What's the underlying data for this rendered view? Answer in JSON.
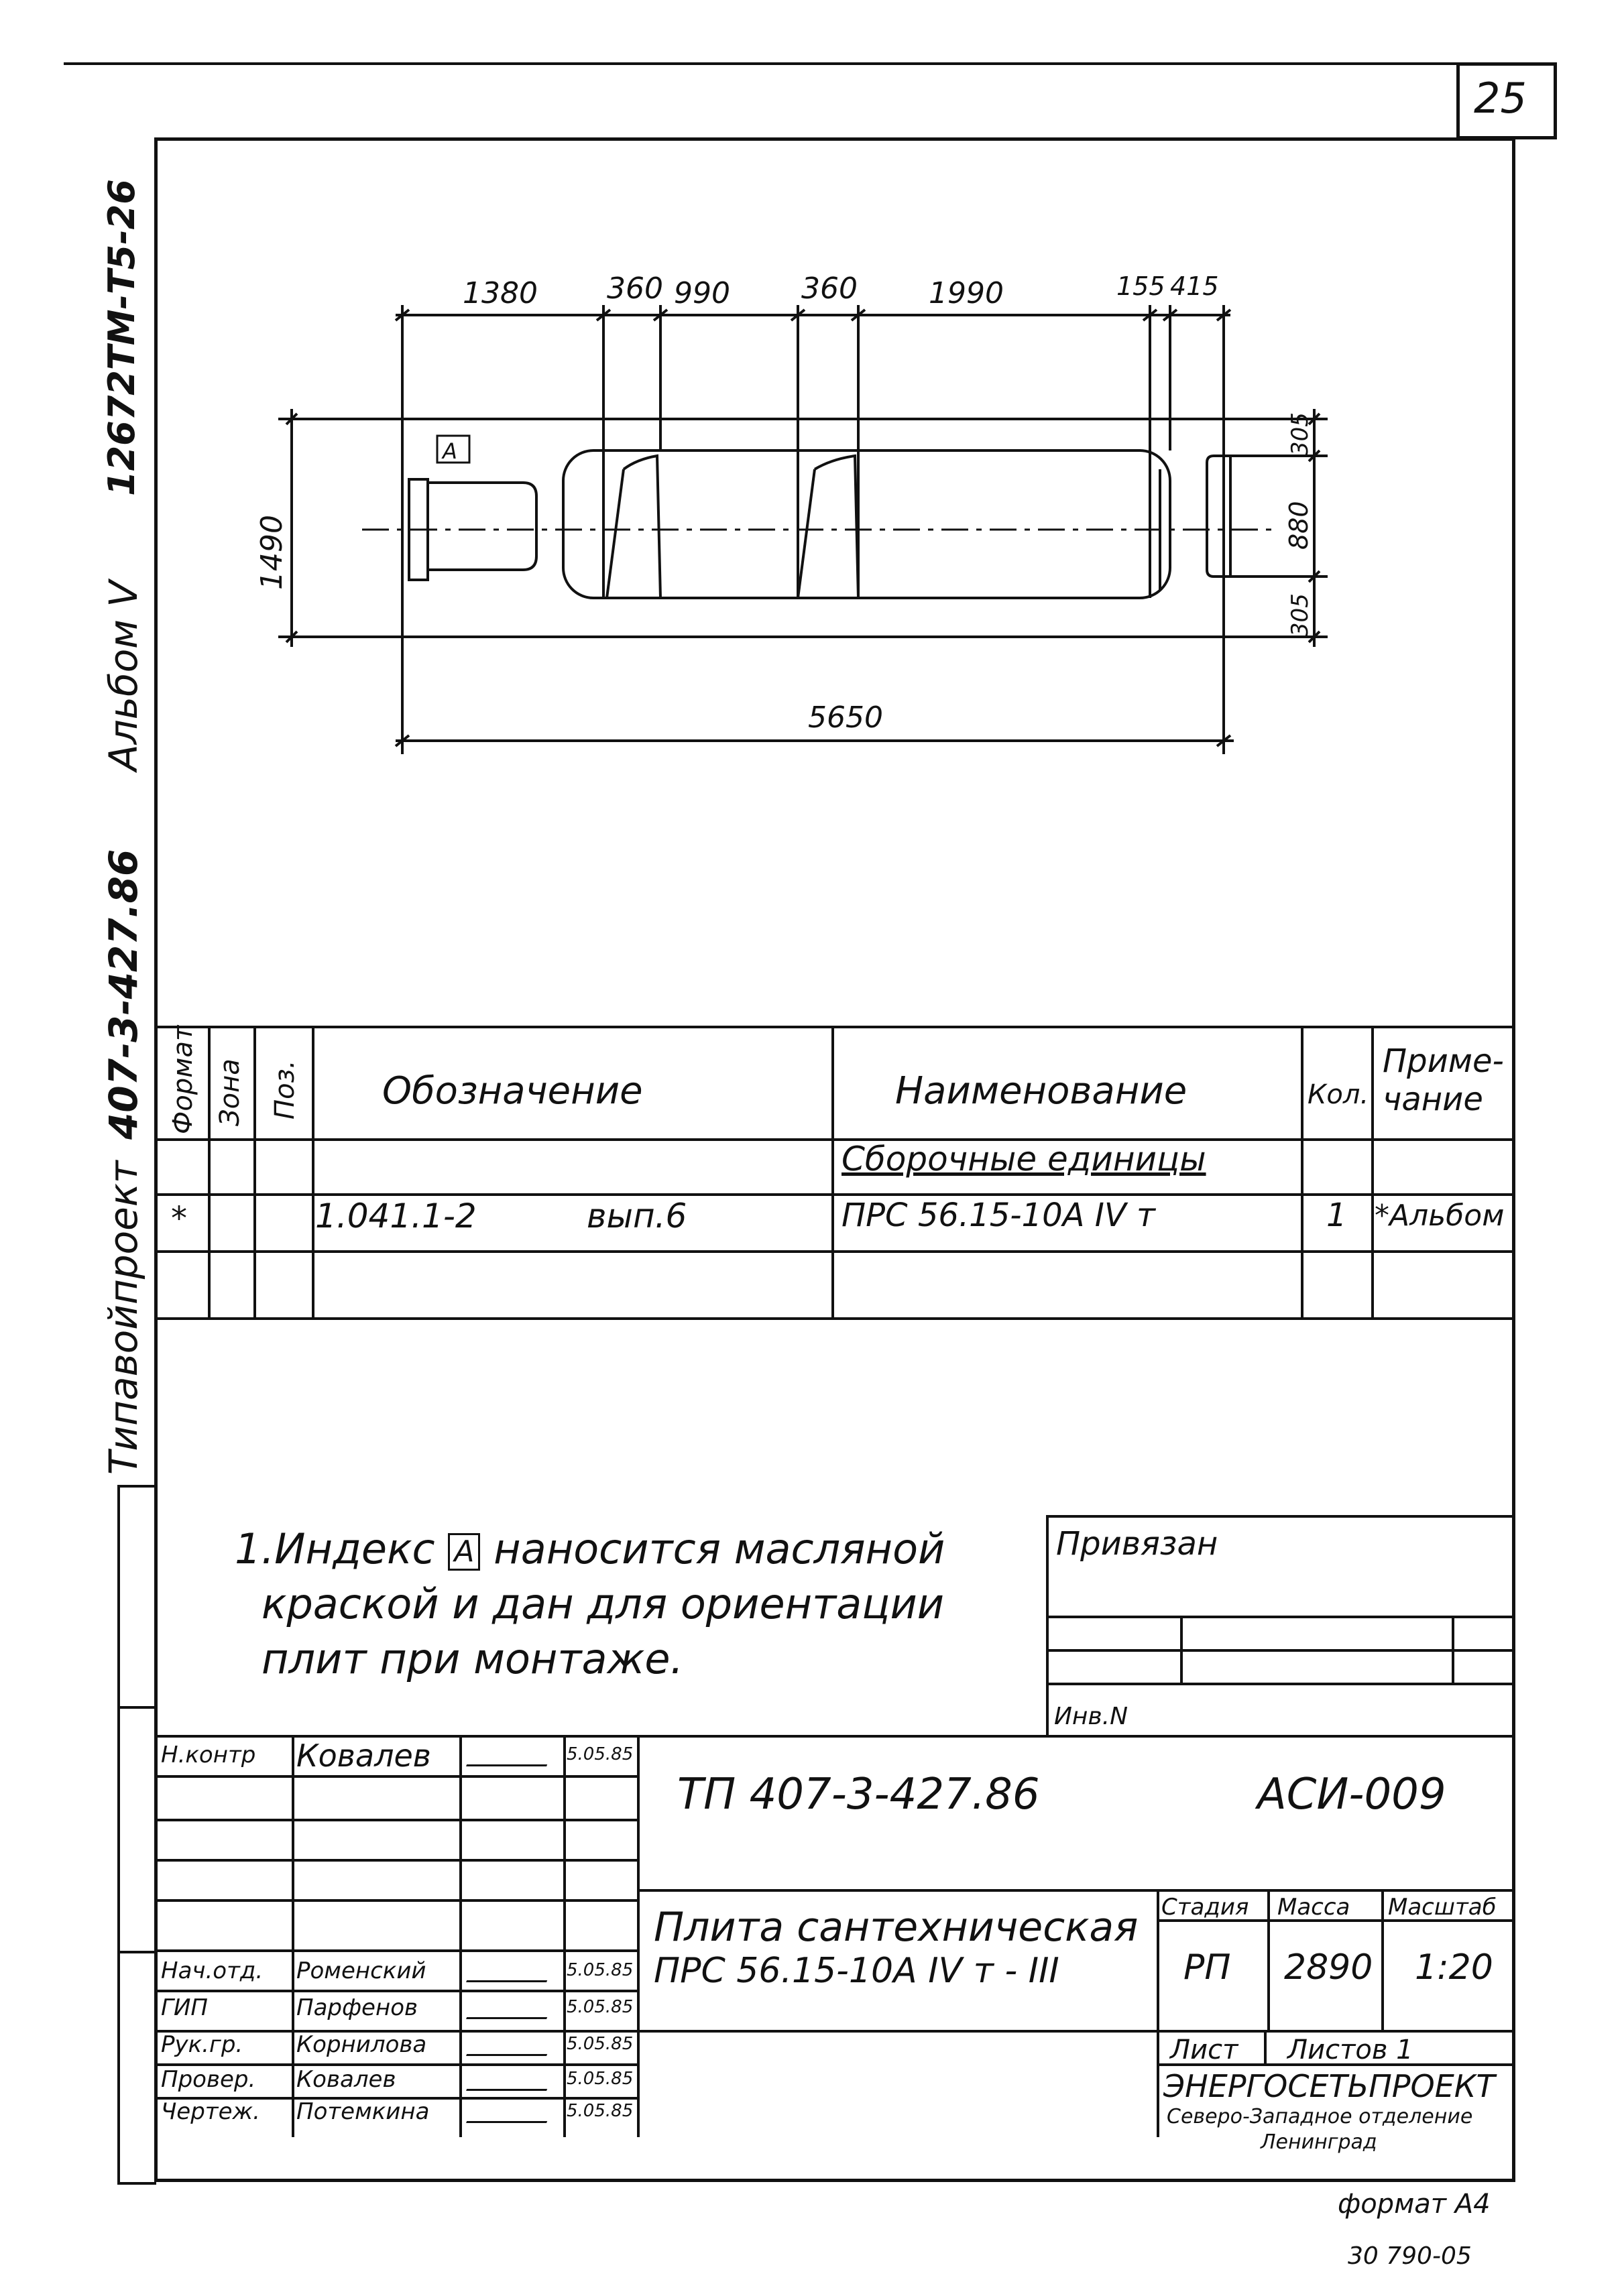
{
  "sheet_number": "25",
  "side_labels": {
    "code_top": "12672ТМ-Т5-26",
    "album": "Альбом V",
    "project": "407-3-427.86",
    "org": "Типавойпроект"
  },
  "drawing": {
    "dims_top": [
      "1380",
      "360",
      "990",
      "360",
      "1990",
      "155",
      "415"
    ],
    "dim_left": "1490",
    "dims_right": [
      "305",
      "880",
      "305"
    ],
    "dim_bottom": "5650",
    "index_mark": "А"
  },
  "spec_table": {
    "headers": {
      "format": "Формат",
      "zone": "Зона",
      "pos": "Поз.",
      "designation": "Обозначение",
      "name": "Наименование",
      "qty": "Кол.",
      "note_l1": "Приме-",
      "note_l2": "чание"
    },
    "section": "Сборочные единицы",
    "row": {
      "format": "*",
      "designation_code": "1.041.1-2",
      "designation_issue": "вып.6",
      "name": "ПРС 56.15-10А IV т",
      "qty": "1",
      "note": "*Альбом"
    }
  },
  "note": {
    "line1_pre": "1.Индекс",
    "index_mark": "А",
    "line1_post": "наносится масляной",
    "line2": "краской и дан для ориентации",
    "line3": "плит при монтаже."
  },
  "binding": {
    "title": "Привязан",
    "inv": "Инв.N"
  },
  "title_block": {
    "doc_code": "ТП 407-3-427.86",
    "sheet_code": "АСИ-009",
    "title_l1": "Плита сантехническая",
    "title_l2": "ПРС 56.15-10А IV т - III",
    "stage_label": "Стадия",
    "mass_label": "Масса",
    "scale_label": "Масштаб",
    "stage": "РП",
    "mass": "2890",
    "scale": "1:20",
    "sheet_label": "Лист",
    "sheets_label": "Листов 1",
    "org_l1": "ЭНЕРГОСЕТЬПРОЕКТ",
    "org_l2": "Северо-Западное отделение",
    "org_l3": "Ленинград",
    "signatures": [
      {
        "role": "Н.контр",
        "name": "Ковалев",
        "date": "5.05.85"
      },
      {
        "role": "Нач.отд.",
        "name": "Роменский",
        "date": "5.05.85"
      },
      {
        "role": "ГИП",
        "name": "Парфенов",
        "date": "5.05.85"
      },
      {
        "role": "Рук.гр.",
        "name": "Корнилова",
        "date": "5.05.85"
      },
      {
        "role": "Провер.",
        "name": "Ковалев",
        "date": "5.05.85"
      },
      {
        "role": "Чертеж.",
        "name": "Потемкина",
        "date": "5.05.85"
      }
    ]
  },
  "format_label": "формат А4",
  "footer_code": "30 790-05"
}
